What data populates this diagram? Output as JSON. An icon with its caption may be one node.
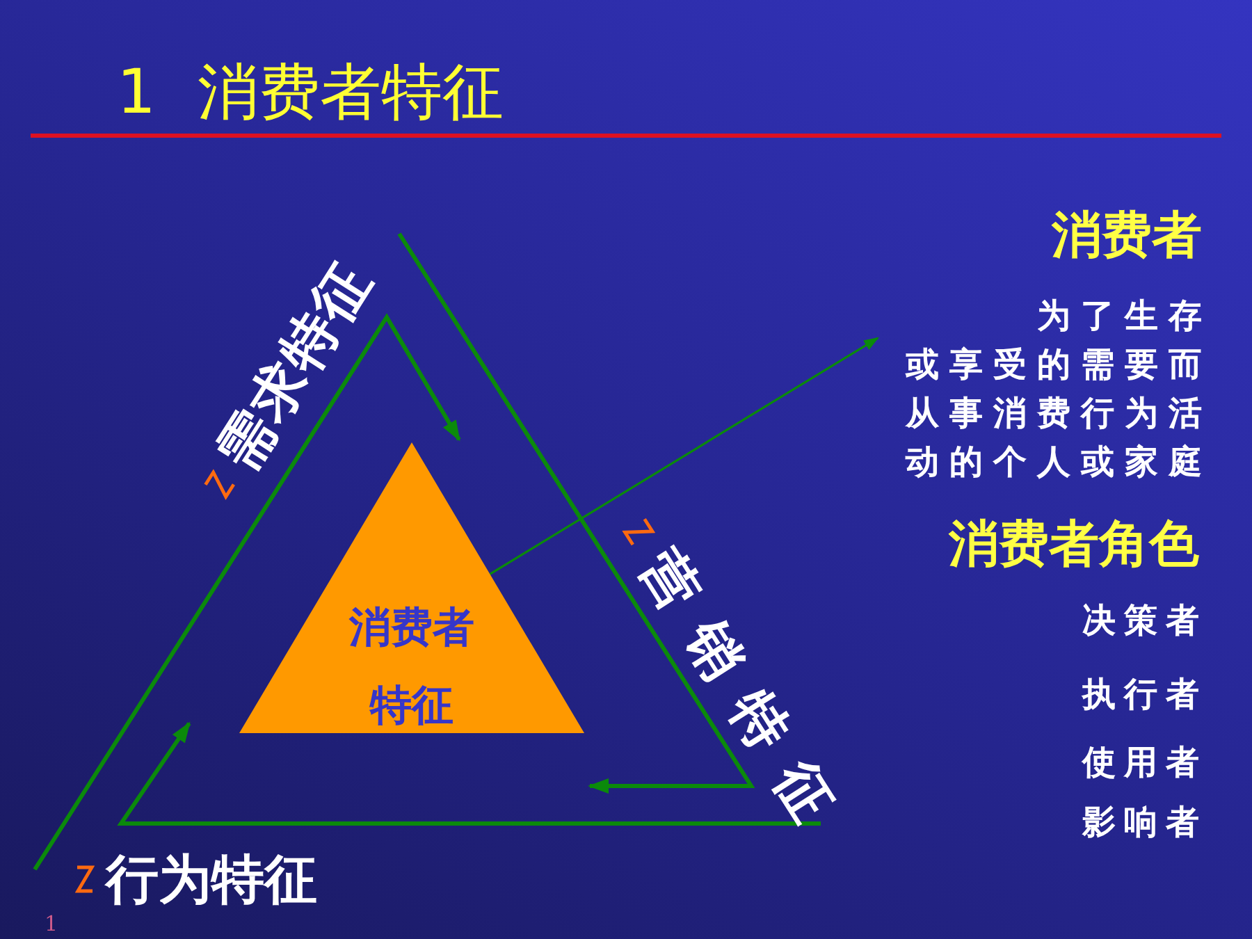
{
  "diagram": {
    "title": "1 消费者特征",
    "nodes": [
      {
        "text": [
          "消费者特征"
        ]
      },
      {
        "text": [
          "消费者",
          "为了生存或享受的需要而从事消费行为活动的个人或家庭"
        ]
      },
      {
        "text": [
          "需求特征"
        ]
      },
      {
        "text": [
          "营销特征"
        ]
      },
      {
        "text": [
          "行为特征"
        ]
      }
    ],
    "edges": [
      {
        "from": 0,
        "to": 1,
        "arrow": "to"
      }
    ],
    "labels": [
      "消费者角色",
      "决策者",
      "执行者",
      "使用者",
      "影响者",
      "1"
    ]
  }
}
